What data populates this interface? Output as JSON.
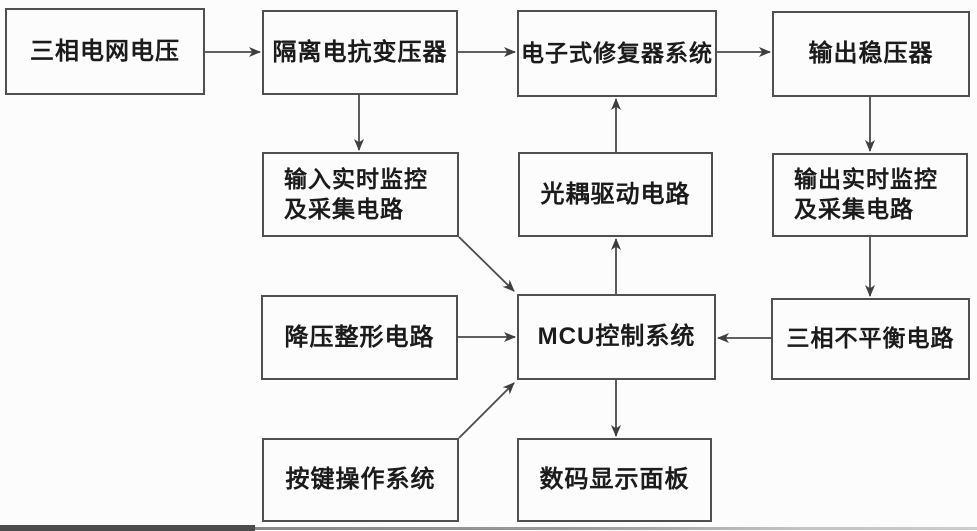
{
  "diagram": {
    "type": "block-diagram",
    "language": "zh-CN",
    "colors": {
      "line": "#4a4a4a",
      "box_border": "#4f4f4f",
      "text": "#1b1b1b",
      "background": "#fcfcfc"
    },
    "nodes": [
      {
        "id": "three-phase-grid-voltage",
        "label": "三相电网电压"
      },
      {
        "id": "isolation-reactance-transformer",
        "label": "隔离电抗变压器"
      },
      {
        "id": "electronic-restorer-system",
        "label": "电子式修复器系统"
      },
      {
        "id": "output-voltage-stabilizer",
        "label": "输出稳压器"
      },
      {
        "id": "input-realtime-monitoring",
        "label": "输入实时监控及采集电路",
        "lines": [
          "输入实时监控",
          "及采集电路"
        ]
      },
      {
        "id": "optocoupler-drive-circuit",
        "label": "光耦驱动电路"
      },
      {
        "id": "output-realtime-monitoring",
        "label": "输出实时监控及采集电路",
        "lines": [
          "输出实时监控",
          "及采集电路"
        ]
      },
      {
        "id": "step-down-shaping-circuit",
        "label": "降压整形电路"
      },
      {
        "id": "mcu-control-system",
        "label": "MCU控制系统"
      },
      {
        "id": "three-phase-imbalance-circuit",
        "label": "三相不平衡电路"
      },
      {
        "id": "key-operation-system",
        "label": "按键操作系统"
      },
      {
        "id": "digital-display-panel",
        "label": "数码显示面板"
      }
    ],
    "edges": [
      {
        "from": "three-phase-grid-voltage",
        "to": "isolation-reactance-transformer"
      },
      {
        "from": "isolation-reactance-transformer",
        "to": "electronic-restorer-system"
      },
      {
        "from": "electronic-restorer-system",
        "to": "output-voltage-stabilizer"
      },
      {
        "from": "isolation-reactance-transformer",
        "to": "input-realtime-monitoring"
      },
      {
        "from": "output-voltage-stabilizer",
        "to": "output-realtime-monitoring"
      },
      {
        "from": "optocoupler-drive-circuit",
        "to": "electronic-restorer-system"
      },
      {
        "from": "mcu-control-system",
        "to": "optocoupler-drive-circuit"
      },
      {
        "from": "output-realtime-monitoring",
        "to": "three-phase-imbalance-circuit"
      },
      {
        "from": "step-down-shaping-circuit",
        "to": "mcu-control-system"
      },
      {
        "from": "three-phase-imbalance-circuit",
        "to": "mcu-control-system"
      },
      {
        "from": "input-realtime-monitoring",
        "to": "mcu-control-system"
      },
      {
        "from": "key-operation-system",
        "to": "mcu-control-system"
      },
      {
        "from": "mcu-control-system",
        "to": "digital-display-panel"
      }
    ]
  }
}
